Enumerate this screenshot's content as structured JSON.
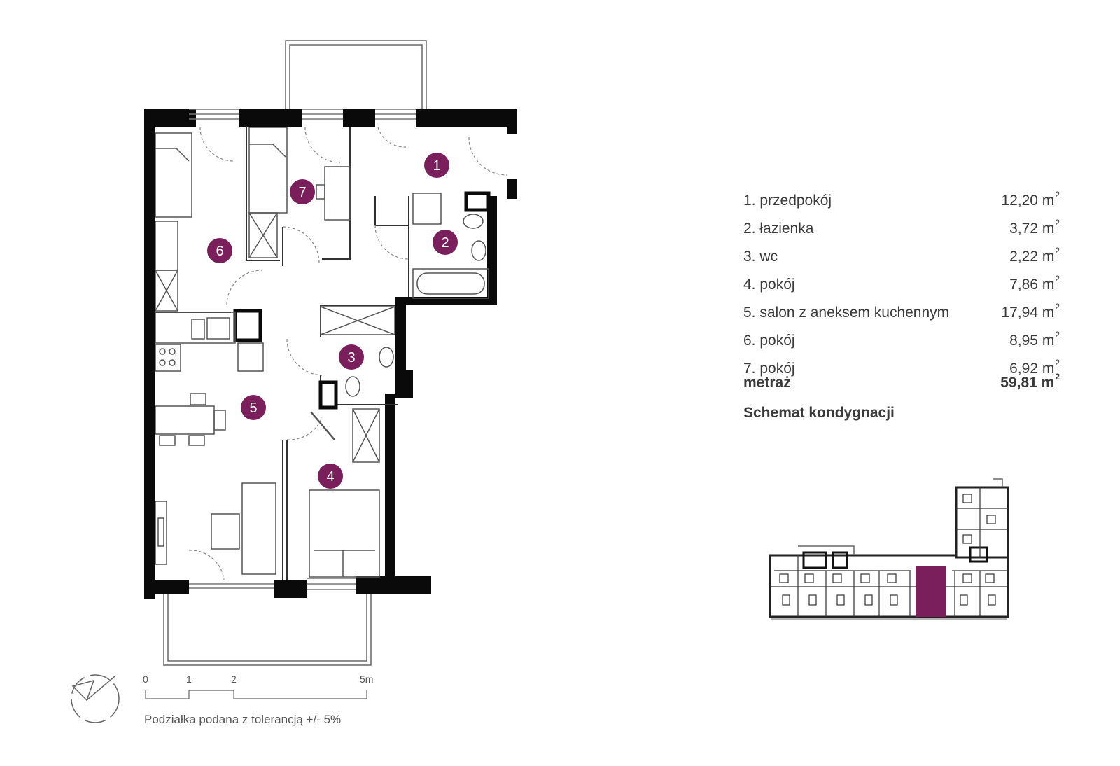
{
  "rooms": [
    {
      "label": "1. przedpokój",
      "area": "12,20 m",
      "exp": "2",
      "num": "1"
    },
    {
      "label": "2. łazienka",
      "area": "3,72 m",
      "exp": "2",
      "num": "2"
    },
    {
      "label": "3. wc",
      "area": "2,22 m",
      "exp": "2",
      "num": "3"
    },
    {
      "label": "4. pokój",
      "area": "7,86 m",
      "exp": "2",
      "num": "4"
    },
    {
      "label": "5. salon z aneksem kuchennym",
      "area": "17,94 m",
      "exp": "2",
      "num": "5"
    },
    {
      "label": "6. pokój",
      "area": "8,95 m",
      "exp": "2",
      "num": "6"
    },
    {
      "label": "7. pokój",
      "area": "6,92 m",
      "exp": "2",
      "num": "7"
    }
  ],
  "total": {
    "label": "metraż",
    "area": "59,81 m",
    "exp": "2"
  },
  "scheme_title": "Schemat kondygnacji",
  "scale": {
    "t0": "0",
    "t1": "1",
    "t2": "2",
    "t5": "5m"
  },
  "tolerance_note": "Podziałka podana z tolerancją +/- 5%",
  "colors": {
    "accent": "#7a1f5c",
    "wall": "#0a0a0a",
    "line": "#555555"
  },
  "icons": [
    "north-compass-icon"
  ]
}
